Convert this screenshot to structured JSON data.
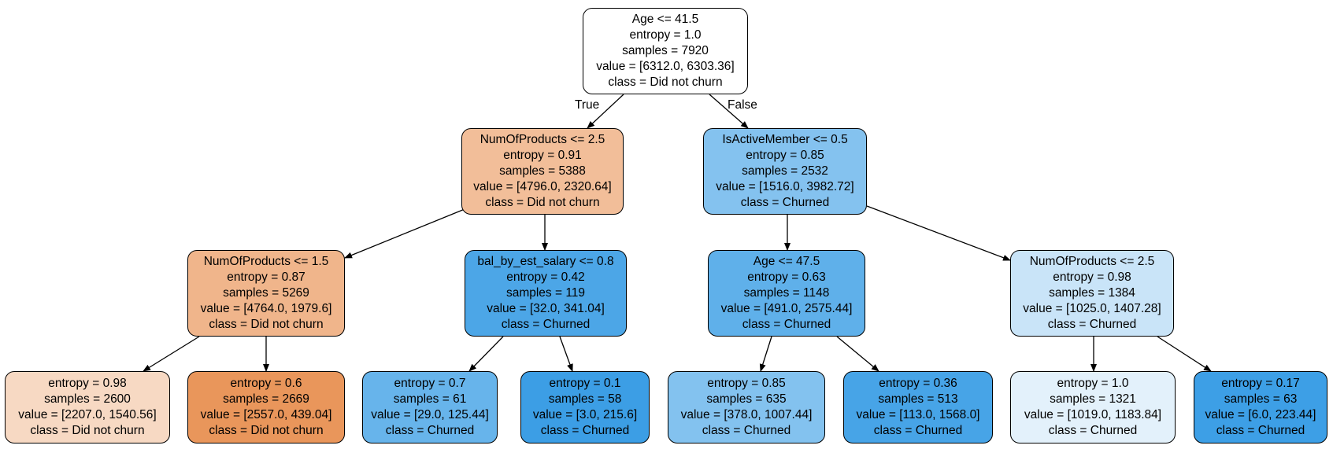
{
  "tree": {
    "nodes": [
      {
        "id": "root",
        "lines": [
          "Age <= 41.5",
          "entropy = 1.0",
          "samples = 7920",
          "value = [6312.0, 6303.36]",
          "class = Did not churn"
        ],
        "fill": "#ffffff"
      },
      {
        "id": "l1",
        "lines": [
          "NumOfProducts <= 2.5",
          "entropy = 0.91",
          "samples = 5388",
          "value = [4796.0, 2320.64]",
          "class = Did not churn"
        ],
        "fill": "#f2be99"
      },
      {
        "id": "r1",
        "lines": [
          "IsActiveMember <= 0.5",
          "entropy = 0.85",
          "samples = 2532",
          "value = [1516.0, 3982.72]",
          "class = Churned"
        ],
        "fill": "#84c2ef"
      },
      {
        "id": "l1l",
        "lines": [
          "NumOfProducts <= 1.5",
          "entropy = 0.87",
          "samples = 5269",
          "value = [4764.0, 1979.6]",
          "class = Did not churn"
        ],
        "fill": "#f0b58b"
      },
      {
        "id": "l1r",
        "lines": [
          "bal_by_est_salary <= 0.8",
          "entropy = 0.42",
          "samples = 119",
          "value = [32.0, 341.04]",
          "class = Churned"
        ],
        "fill": "#4ca6e7"
      },
      {
        "id": "r1l",
        "lines": [
          "Age <= 47.5",
          "entropy = 0.63",
          "samples = 1148",
          "value = [491.0, 2575.44]",
          "class = Churned"
        ],
        "fill": "#5fb0ea"
      },
      {
        "id": "r1r",
        "lines": [
          "NumOfProducts <= 2.5",
          "entropy = 0.98",
          "samples = 1384",
          "value = [1025.0, 1407.28]",
          "class = Churned"
        ],
        "fill": "#c9e4f8"
      },
      {
        "id": "ll_l",
        "lines": [
          "entropy = 0.98",
          "samples = 2600",
          "value = [2207.0, 1540.56]",
          "class = Did not churn"
        ],
        "fill": "#f7d9c3"
      },
      {
        "id": "ll_r",
        "lines": [
          "entropy = 0.6",
          "samples = 2669",
          "value = [2557.0, 439.04]",
          "class = Did not churn"
        ],
        "fill": "#e9965b"
      },
      {
        "id": "lr_l",
        "lines": [
          "entropy = 0.7",
          "samples = 61",
          "value = [29.0, 125.44]",
          "class = Churned"
        ],
        "fill": "#67b4eb"
      },
      {
        "id": "lr_r",
        "lines": [
          "entropy = 0.1",
          "samples = 58",
          "value = [3.0, 215.6]",
          "class = Churned"
        ],
        "fill": "#3c9ee5"
      },
      {
        "id": "rl_l",
        "lines": [
          "entropy = 0.85",
          "samples = 635",
          "value = [378.0, 1007.44]",
          "class = Churned"
        ],
        "fill": "#83c2ef"
      },
      {
        "id": "rl_r",
        "lines": [
          "entropy = 0.36",
          "samples = 513",
          "value = [113.0, 1568.0]",
          "class = Churned"
        ],
        "fill": "#47a4e7"
      },
      {
        "id": "rr_l",
        "lines": [
          "entropy = 1.0",
          "samples = 1321",
          "value = [1019.0, 1183.84]",
          "class = Churned"
        ],
        "fill": "#e3f1fb"
      },
      {
        "id": "rr_r",
        "lines": [
          "entropy = 0.17",
          "samples = 63",
          "value = [6.0, 223.44]",
          "class = Churned"
        ],
        "fill": "#3d9fe6"
      }
    ],
    "edges": [
      {
        "from": "root",
        "to": "l1",
        "label": "True"
      },
      {
        "from": "root",
        "to": "r1",
        "label": "False"
      },
      {
        "from": "l1",
        "to": "l1l",
        "label": ""
      },
      {
        "from": "l1",
        "to": "l1r",
        "label": ""
      },
      {
        "from": "r1",
        "to": "r1l",
        "label": ""
      },
      {
        "from": "r1",
        "to": "r1r",
        "label": ""
      },
      {
        "from": "l1l",
        "to": "ll_l",
        "label": ""
      },
      {
        "from": "l1l",
        "to": "ll_r",
        "label": ""
      },
      {
        "from": "l1r",
        "to": "lr_l",
        "label": ""
      },
      {
        "from": "l1r",
        "to": "lr_r",
        "label": ""
      },
      {
        "from": "r1l",
        "to": "rl_l",
        "label": ""
      },
      {
        "from": "r1l",
        "to": "rl_r",
        "label": ""
      },
      {
        "from": "r1r",
        "to": "rr_l",
        "label": ""
      },
      {
        "from": "r1r",
        "to": "rr_r",
        "label": ""
      }
    ]
  }
}
